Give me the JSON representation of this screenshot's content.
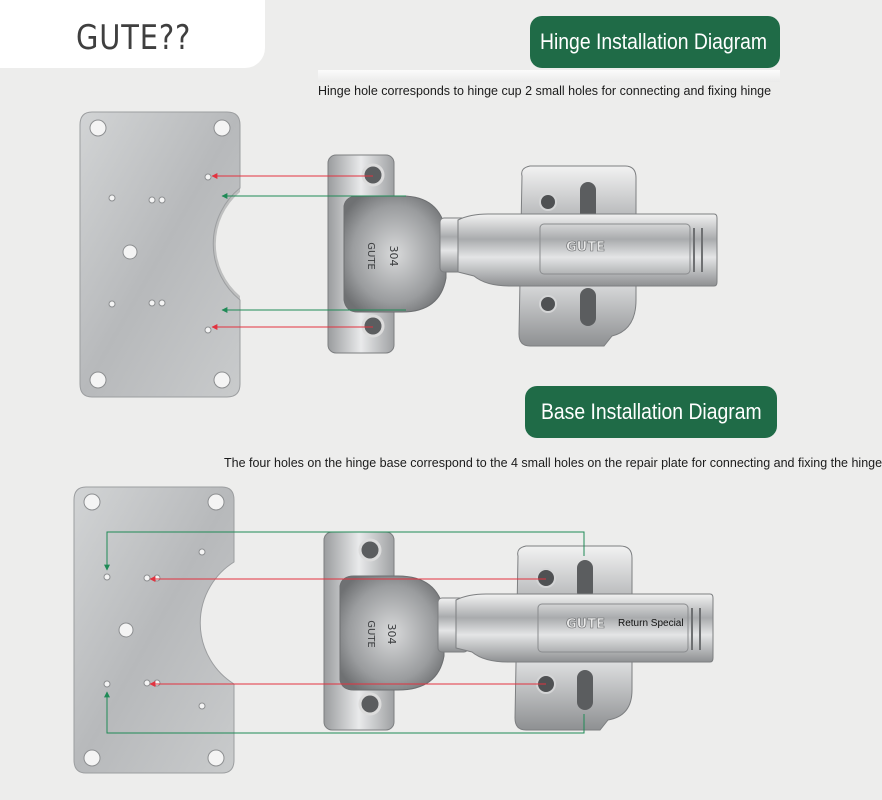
{
  "brand": {
    "logo_text": "GUTE??"
  },
  "hinge_section": {
    "title": "Hinge Installation Diagram",
    "caption": "Hinge hole corresponds to hinge cup 2 small holes for connecting and fixing hinge",
    "hinge_brand_mark": "GUTE",
    "cup_number": "304"
  },
  "base_section": {
    "title": "Base Installation Diagram",
    "caption": "The four holes on the hinge base correspond to the 4 small holes on the repair plate for connecting and fixing the hinge",
    "hinge_brand_mark": "GUTE",
    "cup_number": "304",
    "arm_label": "Return Special"
  },
  "colors": {
    "banner_green": "#1f6b47",
    "arrow_red": "#e2323f",
    "arrow_green": "#1f8a56",
    "plate_steel": "#b9bbbd"
  }
}
